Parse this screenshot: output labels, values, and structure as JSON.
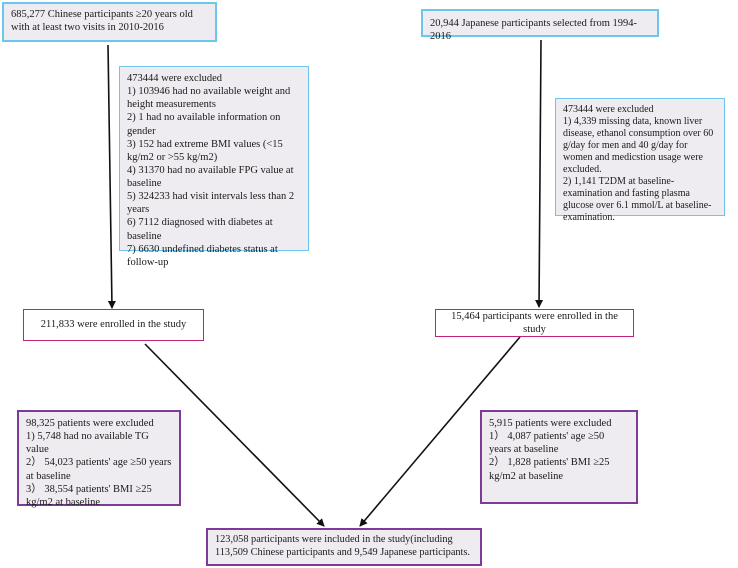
{
  "flow": {
    "chinese_start": "685,277 Chinese participants ≥20 years old with at least two visits in 2010-2016",
    "japanese_start": "20,944 Japanese participants selected from 1994-2016",
    "chinese_excluded": {
      "header": "473444 were excluded",
      "items": [
        "1) 103946 had no available weight and height measurements",
        "2) 1 had no available information on gender",
        "3) 152 had extreme BMI values (<15 kg/m2 or >55 kg/m2)",
        "4) 31370 had no available FPG value at baseline",
        "5) 324233 had visit intervals less than 2 years",
        "6) 7112 diagnosed with diabetes at baseline",
        "7) 6630 undefined diabetes status at follow-up"
      ]
    },
    "japanese_excluded": {
      "header": "473444 were excluded",
      "items": [
        "1) 4,339 missing data, known liver disease, ethanol consumption over 60 g/day for men and 40 g/day for women and medicstion usage were excluded.",
        "2) 1,141 T2DM at baseline-examination and fasting plasma glucose over 6.1 mmol/L at baseline-examination."
      ]
    },
    "chinese_enrolled": "211,833 were enrolled in the  study",
    "japanese_enrolled": "15,464 participants  were enrolled in the  study",
    "chinese_excluded2": {
      "header": "98,325 patients were excluded",
      "items": [
        "1) 5,748 had no available TG value",
        "2） 54,023 patients' age ≥50 years at baseline",
        "3） 38,554 patients' BMI ≥25 kg/m2 at baseline"
      ]
    },
    "japanese_excluded2": {
      "header": "5,915 patients were excluded",
      "items": [
        "1） 4,087 patients' age ≥50 years at baseline",
        "2） 1,828 patients' BMI ≥25 kg/m2 at baseline"
      ]
    },
    "final": "123,058  participants were included in the study(including 113,509 Chinese participants and 9,549 Japanese participants."
  }
}
